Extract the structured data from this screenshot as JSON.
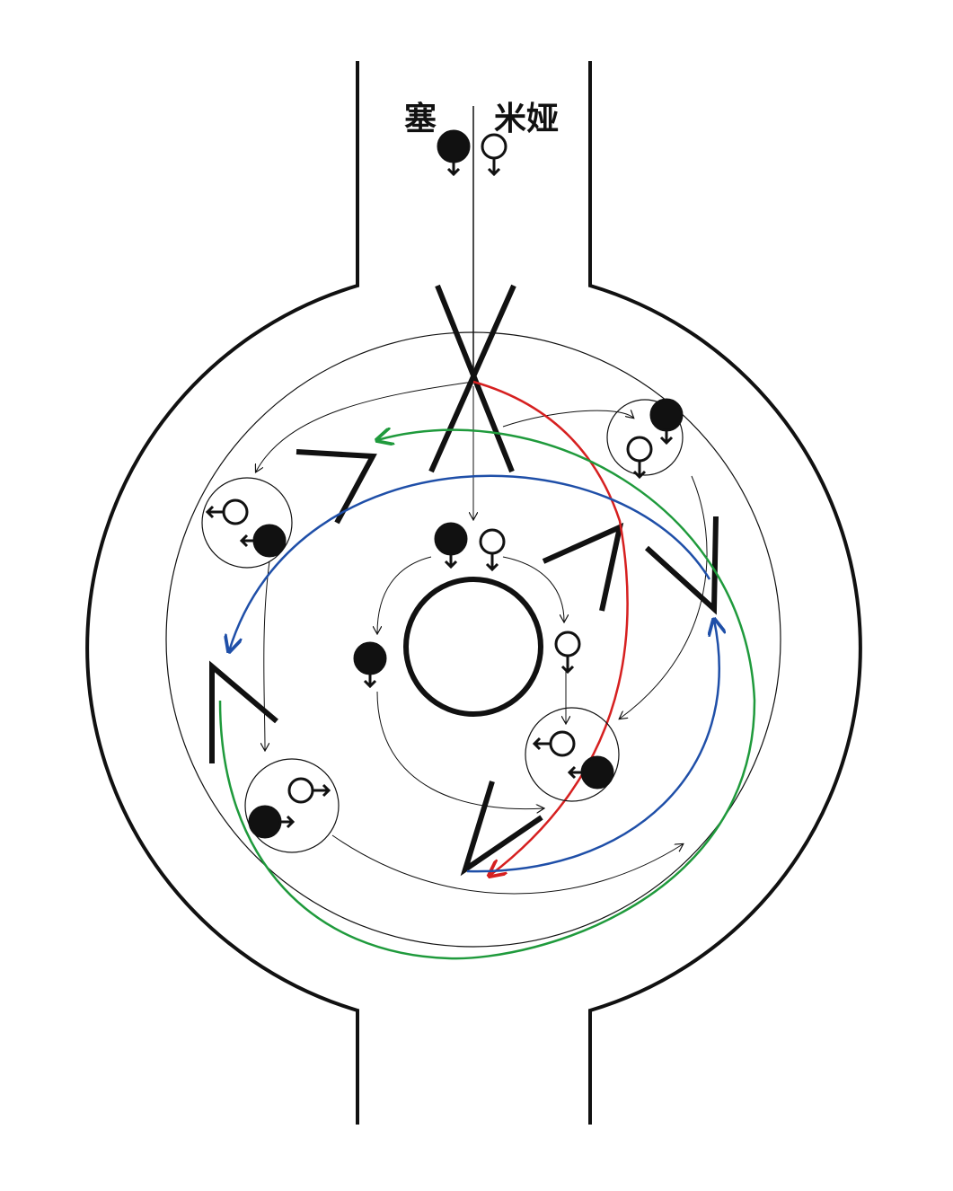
{
  "labels": {
    "left_name": "塞",
    "right_name": "米娅"
  },
  "colors": {
    "line": "#111111",
    "red_path": "#d62020",
    "blue_path": "#1f4fa8",
    "green_path": "#1f9a3c"
  },
  "figures": [
    {
      "name": "figure-sai-entry",
      "filled": true,
      "dir": "down"
    },
    {
      "name": "figure-mia-entry",
      "filled": false,
      "dir": "down"
    }
  ]
}
